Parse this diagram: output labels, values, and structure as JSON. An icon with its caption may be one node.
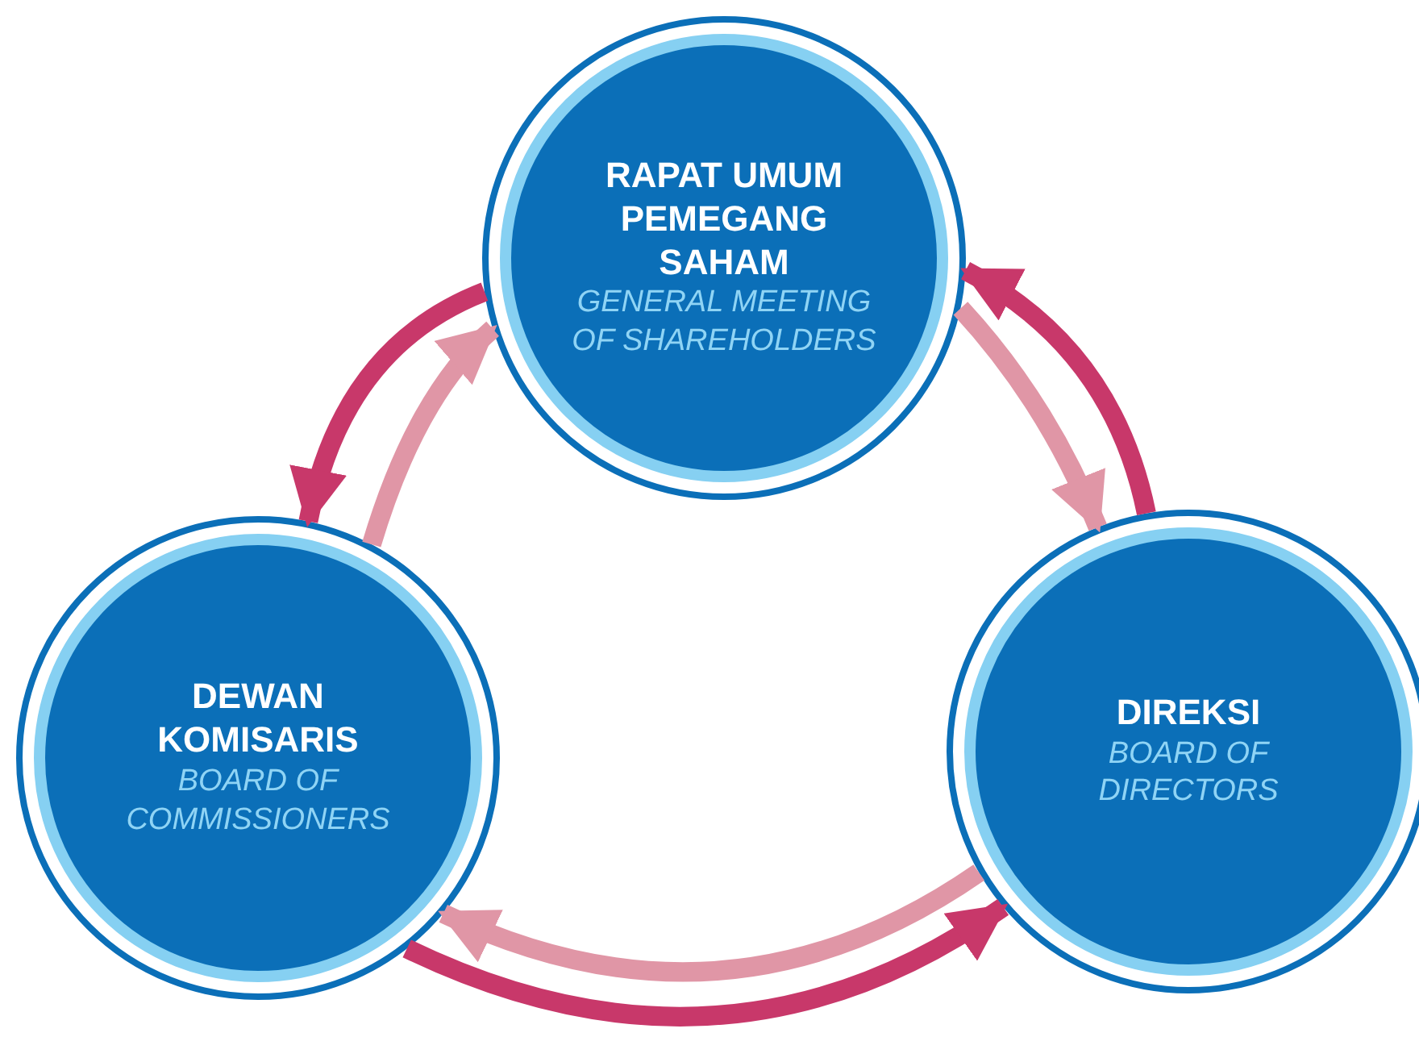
{
  "diagram": {
    "nodes": [
      {
        "text": [
          "RAPAT UMUM PEMEGANG SAHAM",
          "GENERAL MEETING OF SHAREHOLDERS"
        ]
      },
      {
        "text": [
          "DEWAN KOMISARIS",
          "BOARD OF COMMISSIONERS"
        ]
      },
      {
        "text": [
          "DIREKSI",
          "BOARD OF DIRECTORS"
        ]
      }
    ],
    "edges": [
      {
        "from": 0,
        "to": 1,
        "arrow": "to",
        "color": "#c8386a"
      },
      {
        "from": 1,
        "to": 0,
        "arrow": "to",
        "color": "#e096a6"
      },
      {
        "from": 2,
        "to": 0,
        "arrow": "to",
        "color": "#c8386a"
      },
      {
        "from": 0,
        "to": 2,
        "arrow": "to",
        "color": "#e096a6"
      },
      {
        "from": 2,
        "to": 1,
        "arrow": "to",
        "color": "#e096a6"
      },
      {
        "from": 1,
        "to": 2,
        "arrow": "to",
        "color": "#c8386a"
      }
    ]
  }
}
